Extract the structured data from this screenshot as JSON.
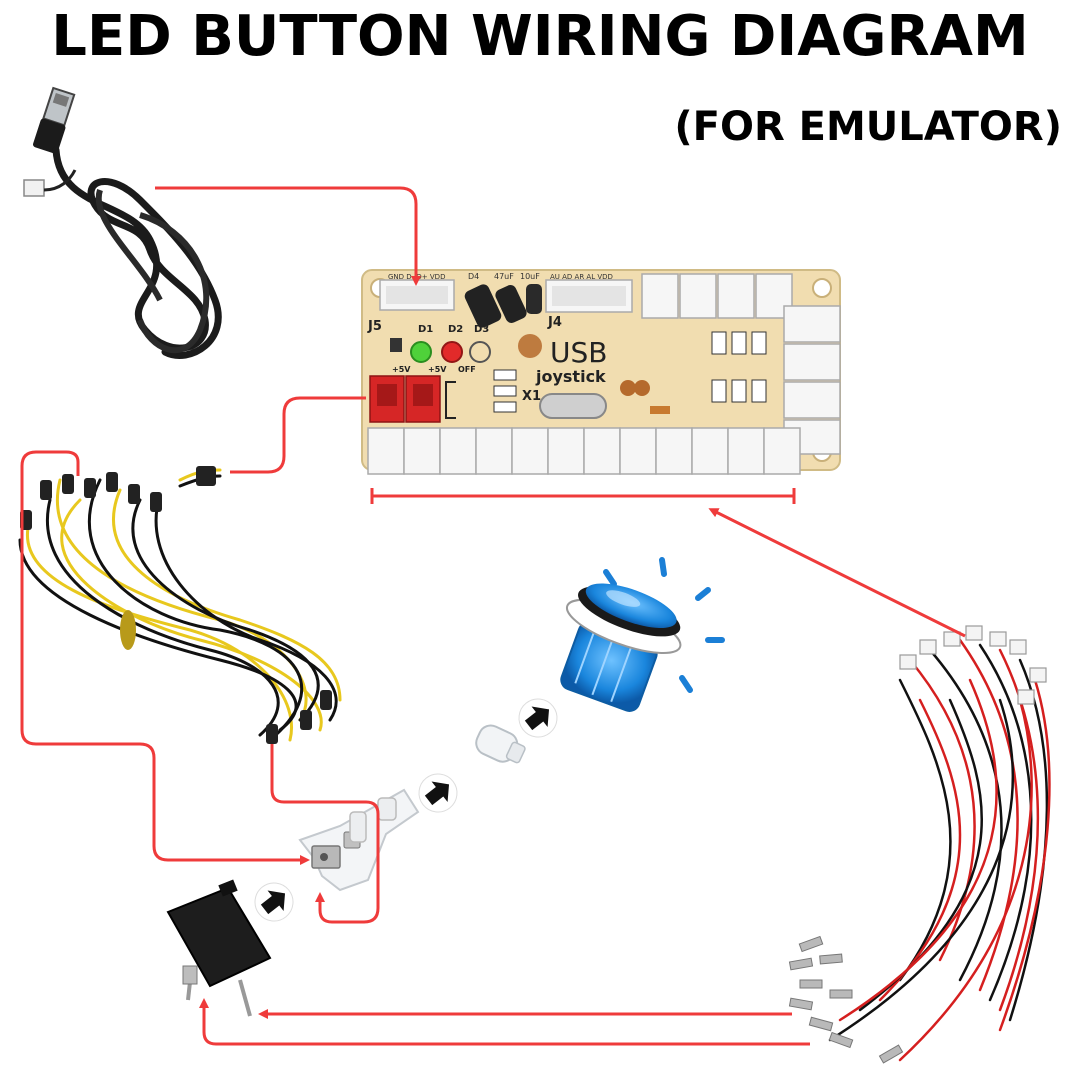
{
  "header": {
    "title": "LED BUTTON WIRING DIAGRAM",
    "subtitle": "(FOR EMULATOR)"
  },
  "board": {
    "header_label_1": "GND D- D+ VDD",
    "cap_label_1": "D4",
    "cap_label_2": "47uF",
    "cap_label_3": "10uF",
    "header_label_2": "AU AD AR AL VDD",
    "label_j5": "J5",
    "label_j4": "J4",
    "label_d1": "D1",
    "label_d2": "D2",
    "label_d3": "D3",
    "label_usb": "USB",
    "label_joystick": "joystick",
    "label_5v_a": "+5V",
    "label_5v_b": "+5V",
    "label_off": "OFF",
    "label_x1": "X1"
  },
  "colors": {
    "arrow": "#ef3b3b",
    "board": "#f1ddb0",
    "connector": "#f2f2f2",
    "red_connector": "#d62626",
    "button_blue": "#1f8ee0",
    "glow": "#1b7fd6",
    "wire_yellow": "#e8c81e",
    "wire_black": "#111111",
    "wire_red": "#d51f1f"
  },
  "icons": [
    "usb-plug-icon",
    "arrow-right-icon"
  ]
}
